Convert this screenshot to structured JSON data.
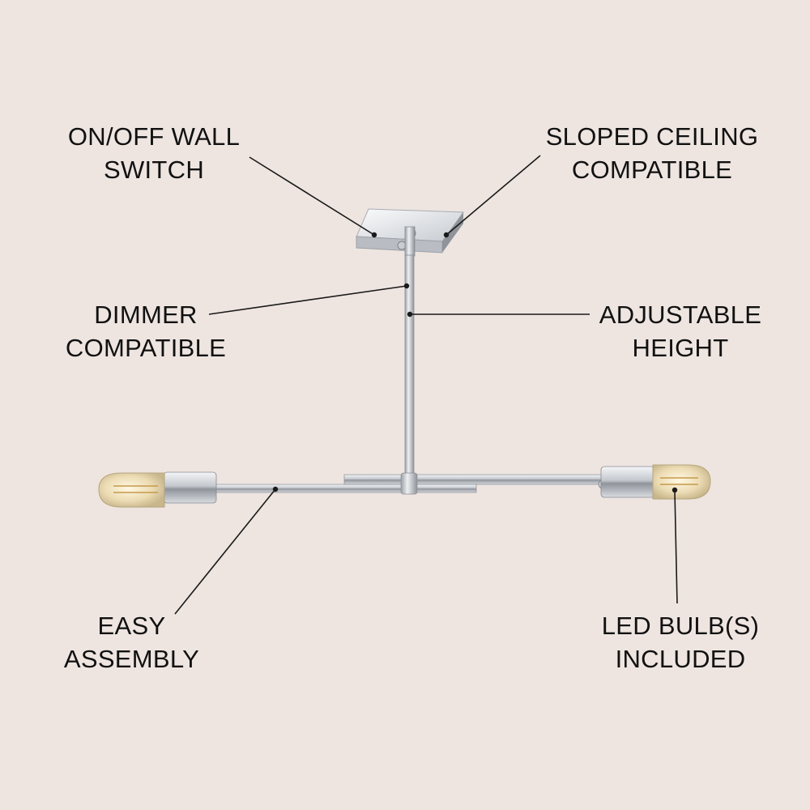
{
  "callouts": {
    "onoff": {
      "line1": "ON/OFF WALL",
      "line2": "SWITCH"
    },
    "sloped": {
      "line1": "SLOPED CEILING",
      "line2": "COMPATIBLE"
    },
    "dimmer": {
      "line1": "DIMMER",
      "line2": "COMPATIBLE"
    },
    "adjust": {
      "line1": "ADJUSTABLE",
      "line2": "HEIGHT"
    },
    "easy": {
      "line1": "EASY",
      "line2": "ASSEMBLY"
    },
    "led": {
      "line1": "LED BULB(S)",
      "line2": "INCLUDED"
    }
  },
  "colors": {
    "background": "#eee5e1",
    "text": "#111111",
    "leader": "#1a1a1a",
    "chrome": "#c9ccd1",
    "bulb_glass": "#f2e6c8"
  }
}
